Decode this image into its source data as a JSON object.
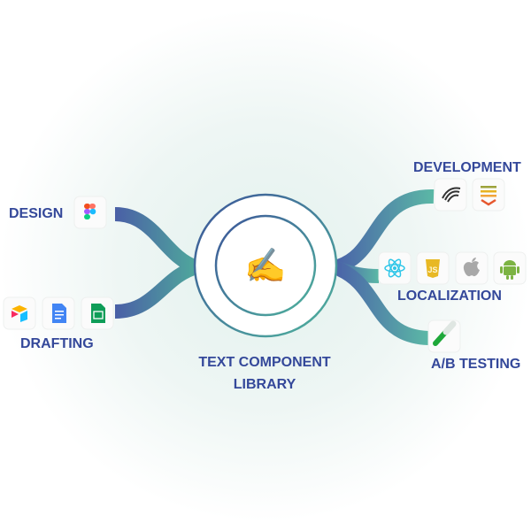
{
  "center": {
    "title_line1": "TEXT COMPONENT",
    "title_line2": "LIBRARY",
    "icon": "writing-hand-icon",
    "emoji": "✍️"
  },
  "branches": [
    {
      "label": "DESIGN",
      "icons": [
        "figma-icon"
      ]
    },
    {
      "label": "DRAFTING",
      "icons": [
        "airtable-icon",
        "google-docs-icon",
        "google-sheets-icon"
      ]
    },
    {
      "label": "DEVELOPMENT",
      "icons": [
        "kotlin-swift-icon",
        "stack-layers-icon"
      ]
    },
    {
      "label": "LOCALIZATION",
      "icons": [
        "react-icon",
        "javascript-icon",
        "apple-icon",
        "android-icon"
      ]
    },
    {
      "label": "A/B TESTING",
      "icons": [
        "test-tube-icon"
      ]
    }
  ],
  "colors": {
    "label": "#34489a",
    "connector_start": "#4a62a8",
    "connector_end": "#4fae9e"
  }
}
